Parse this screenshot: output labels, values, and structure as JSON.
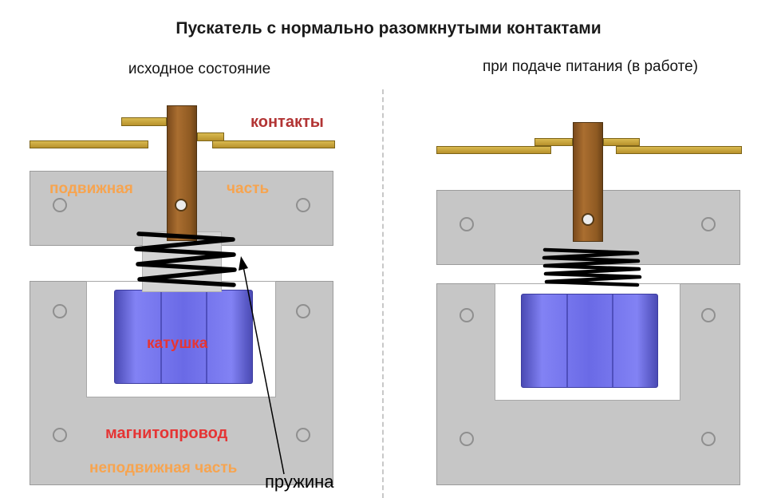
{
  "title": "Пускатель с нормально разомкнутыми контактами",
  "left": {
    "subtitle": "исходное состояние",
    "labels": {
      "contacts": "контакты",
      "movable_word1": "подвижная",
      "movable_word2": "часть",
      "coil": "катушка",
      "core": "магнитопровод",
      "fixed_part": "неподвижная часть",
      "spring": "пружина"
    }
  },
  "right": {
    "subtitle": "при подаче питания (в работе)"
  },
  "colors": {
    "title_text": "#1a1a1a",
    "contacts_label": "#b23434",
    "movable_label": "#f7a44f",
    "coil_label": "#e53535",
    "core_label": "#e53535",
    "fixed_label": "#f7a44f",
    "metal_gray": "#c6c6c6",
    "contact_gold": "#c9a63a",
    "armature_brown": "#9a6227",
    "coil_blue": "#6a6ae6",
    "spring_black": "#000000",
    "divider_gray": "#c8c8c8"
  }
}
